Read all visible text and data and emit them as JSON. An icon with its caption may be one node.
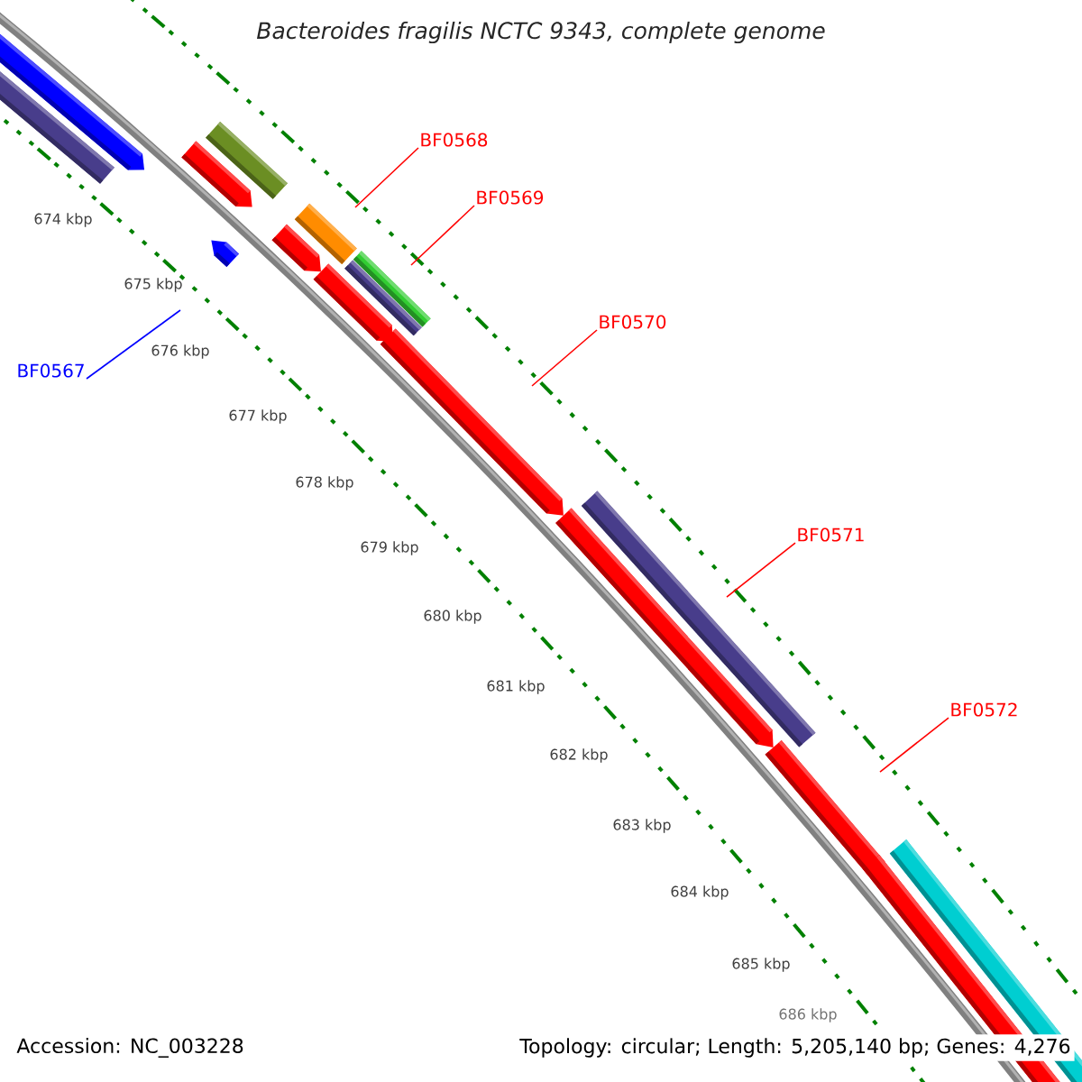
{
  "diagram": {
    "title": "Bacteroides fragilis NCTC 9343, complete genome",
    "nodes": [
      {
        "text": [
          "BF0567"
        ]
      },
      {
        "text": [
          "BF0568"
        ]
      },
      {
        "text": [
          "BF0569"
        ]
      },
      {
        "text": [
          "BF0570"
        ]
      },
      {
        "text": [
          "BF0571"
        ]
      },
      {
        "text": [
          "BF0572"
        ]
      }
    ],
    "edges": [
      {
        "from": 0,
        "to": null,
        "arrow": "none",
        "color": "#0000ff"
      },
      {
        "from": 1,
        "to": null,
        "arrow": "none"
      },
      {
        "from": 2,
        "to": null,
        "arrow": "none"
      },
      {
        "from": 3,
        "to": null,
        "arrow": "none"
      },
      {
        "from": 4,
        "to": null,
        "arrow": "none"
      },
      {
        "from": 5,
        "to": null,
        "arrow": "none"
      }
    ],
    "labels": [
      "674 kbp",
      "675 kbp",
      "676 kbp",
      "677 kbp",
      "678 kbp",
      "679 kbp",
      "680 kbp",
      "681 kbp",
      "682 kbp",
      "683 kbp",
      "684 kbp",
      "685 kbp",
      "686 kbp",
      "Accession: NC_003228",
      "Topology: circular; Length: 5,205,140 bp; Genes: 4,276"
    ]
  }
}
